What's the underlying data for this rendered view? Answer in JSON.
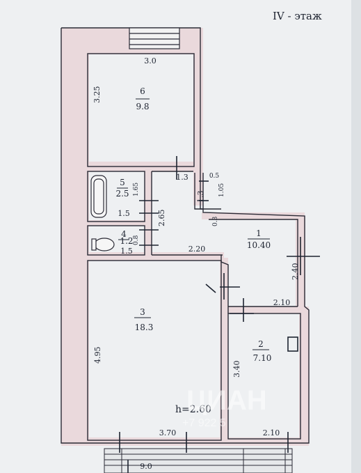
{
  "header": {
    "floor_label": "IV - этаж"
  },
  "rooms": [
    {
      "id": "6",
      "area": "9.8"
    },
    {
      "id": "5",
      "area": "2.5"
    },
    {
      "id": "4",
      "area": "1.2"
    },
    {
      "id": "1",
      "area": "10.40"
    },
    {
      "id": "3",
      "area": "18.3"
    },
    {
      "id": "2",
      "area": "7.10"
    }
  ],
  "dimensions": {
    "room6_width": "3.0",
    "room6_height": "3.25",
    "hall_top": "1.3",
    "closet_width": "0.5",
    "closet_height": "1.05",
    "closet_side": "1.3",
    "bath_height": "1.65",
    "bath_width": "1.5",
    "wc_height": "0.8",
    "wc_width": "1.5",
    "corridor_height": "2.65",
    "corridor_width": "2.20",
    "corridor_gap": "0.3",
    "room1_height": "2.40",
    "room2_top": "2.10",
    "room2_height": "3.40",
    "room2_bottom": "2.10",
    "room3_height": "4.95",
    "room3_bottom": "3.70",
    "ceiling_height": "h=2.60",
    "bottom_overall": "9.0"
  },
  "watermark": {
    "text": "ЦИАН",
    "id": "+7 922 5"
  }
}
